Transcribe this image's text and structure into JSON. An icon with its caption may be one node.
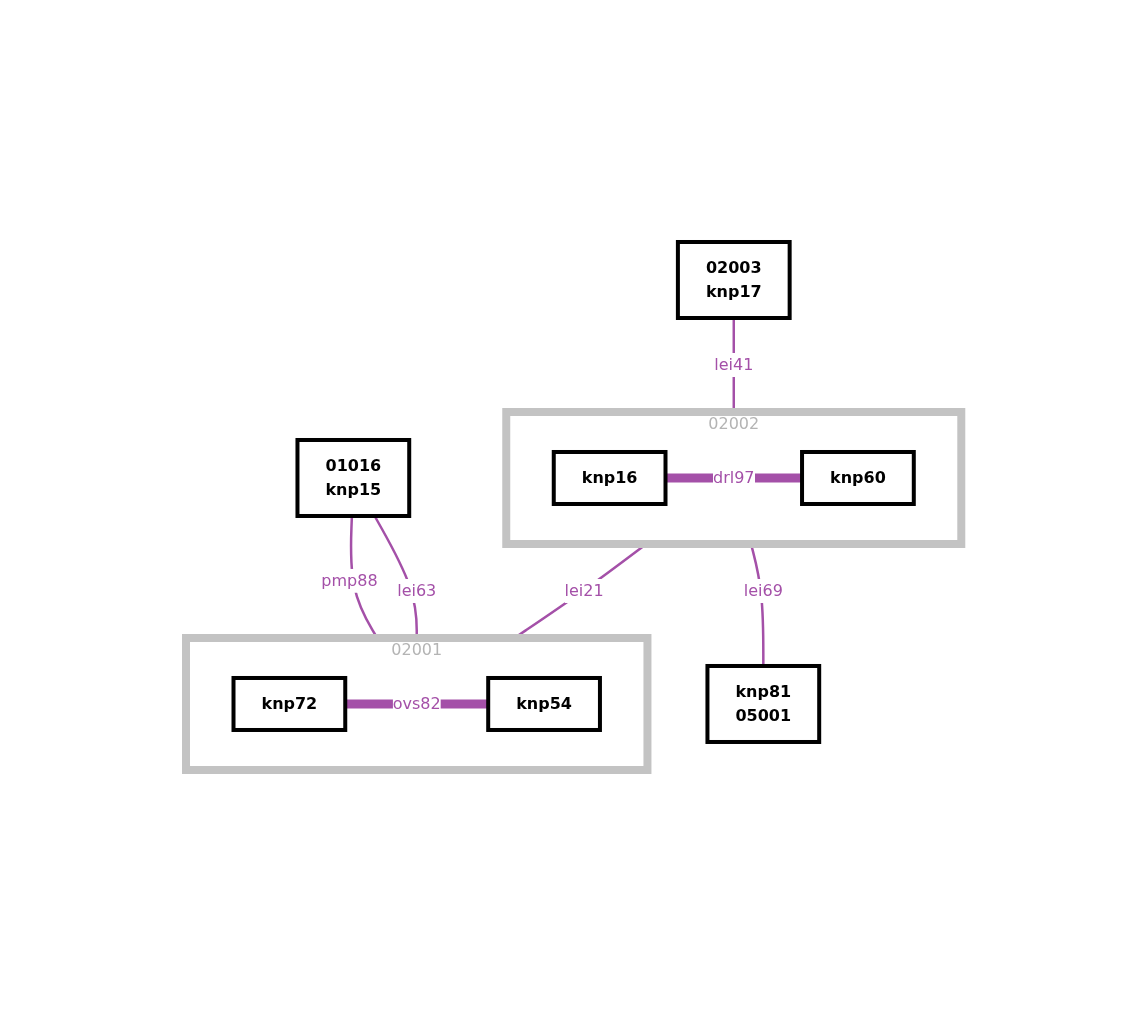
{
  "diagram": {
    "nodes": [
      {
        "text": [
          "01016",
          "knp15"
        ]
      },
      {
        "text": [
          "02001"
        ]
      },
      {
        "text": [
          "knp72"
        ],
        "in": 1
      },
      {
        "text": [
          "knp54"
        ],
        "in": 1
      },
      {
        "text": [
          "02003",
          "knp17"
        ]
      },
      {
        "text": [
          "02002"
        ]
      },
      {
        "text": [
          "knp16"
        ],
        "in": 5
      },
      {
        "text": [
          "knp60"
        ],
        "in": 5
      },
      {
        "text": [
          "knp81",
          "05001"
        ]
      }
    ],
    "edges": [
      {
        "from": 0,
        "to": 1,
        "arrow": "none",
        "label": "pmp88"
      },
      {
        "from": 0,
        "to": 1,
        "arrow": "none",
        "label": "lei63"
      },
      {
        "from": 2,
        "to": 3,
        "arrow": "none",
        "label": "ovs82",
        "style": "thick"
      },
      {
        "from": 4,
        "to": 5,
        "arrow": "none",
        "label": "lei41"
      },
      {
        "from": 5,
        "to": 1,
        "arrow": "none",
        "label": "lei21"
      },
      {
        "from": 6,
        "to": 7,
        "arrow": "none",
        "label": "drl97",
        "style": "thick"
      },
      {
        "from": 5,
        "to": 8,
        "arrow": "none",
        "label": "lei69"
      }
    ]
  }
}
